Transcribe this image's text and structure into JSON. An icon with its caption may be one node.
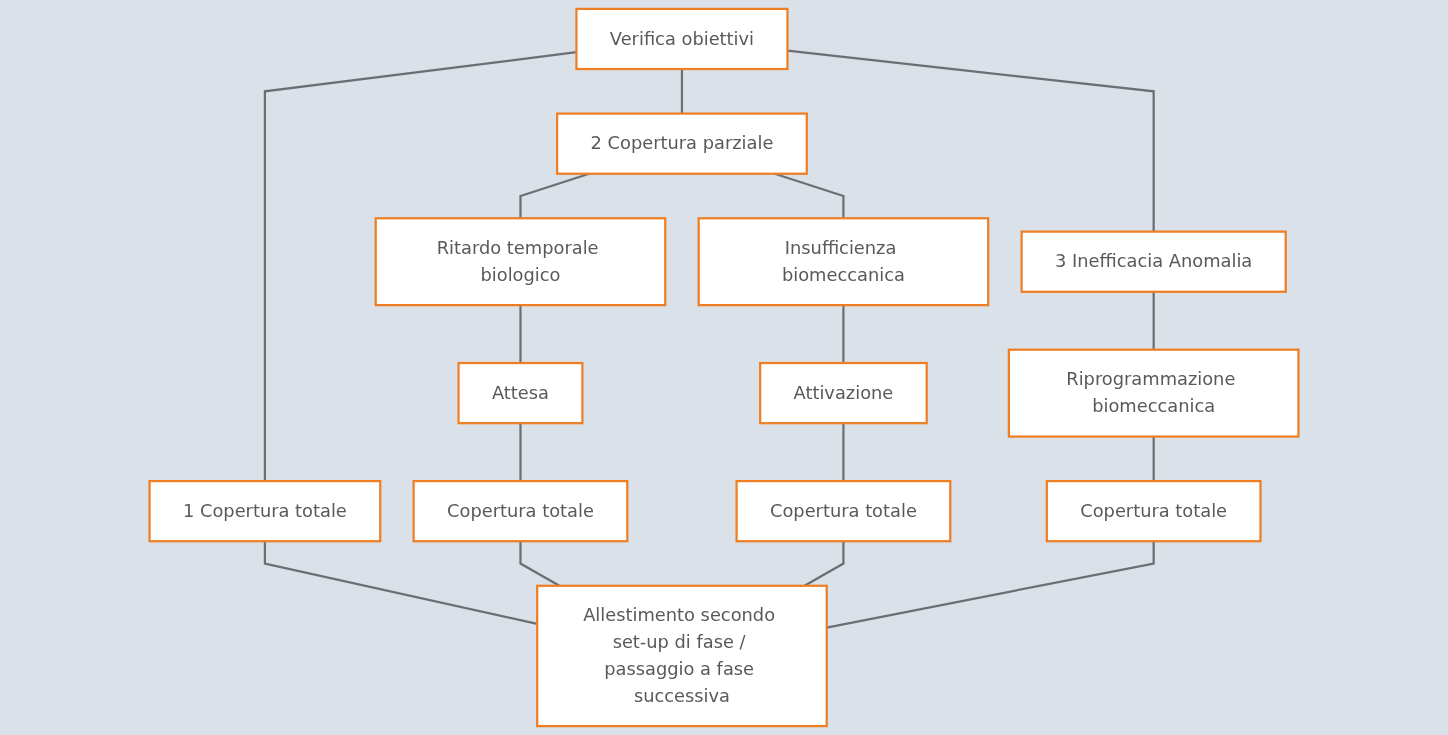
{
  "diagram": {
    "nodes": [
      {
        "text": [
          "Verifica obiettivi"
        ]
      },
      {
        "text": [
          "1 Copertura totale"
        ]
      },
      {
        "text": [
          "2 Copertura parziale"
        ]
      },
      {
        "text": [
          "3 Inefficacia Anomalia"
        ]
      },
      {
        "text": [
          "Ritardo temporale biologico"
        ]
      },
      {
        "text": [
          "Insufficienza biomeccanica"
        ]
      },
      {
        "text": [
          "Riprogrammazione biomeccanica"
        ]
      },
      {
        "text": [
          "Copertura totale"
        ]
      },
      {
        "text": [
          "Attesa"
        ]
      },
      {
        "text": [
          "Attivazione"
        ]
      },
      {
        "text": [
          "Copertura totale"
        ]
      },
      {
        "text": [
          "Copertura totale"
        ]
      },
      {
        "text": [
          "Allestimento secondo set-up di fase / passaggio a fase successiva"
        ]
      }
    ],
    "edges": [
      {
        "from": 0,
        "to": 1,
        "arrow": "none"
      },
      {
        "from": 0,
        "to": 2,
        "arrow": "none"
      },
      {
        "from": 0,
        "to": 3,
        "arrow": "none"
      },
      {
        "from": 2,
        "to": 4,
        "arrow": "none"
      },
      {
        "from": 2,
        "to": 5,
        "arrow": "none"
      },
      {
        "from": 3,
        "to": 6,
        "arrow": "none"
      },
      {
        "from": 6,
        "to": 7,
        "arrow": "none"
      },
      {
        "from": 4,
        "to": 8,
        "arrow": "none"
      },
      {
        "from": 5,
        "to": 9,
        "arrow": "none"
      },
      {
        "from": 8,
        "to": 10,
        "arrow": "none"
      },
      {
        "from": 9,
        "to": 11,
        "arrow": "none"
      },
      {
        "from": 1,
        "to": 12,
        "arrow": "none"
      },
      {
        "from": 10,
        "to": 12,
        "arrow": "none"
      },
      {
        "from": 11,
        "to": 12,
        "arrow": "none"
      },
      {
        "from": 7,
        "to": 12,
        "arrow": "none"
      }
    ]
  }
}
